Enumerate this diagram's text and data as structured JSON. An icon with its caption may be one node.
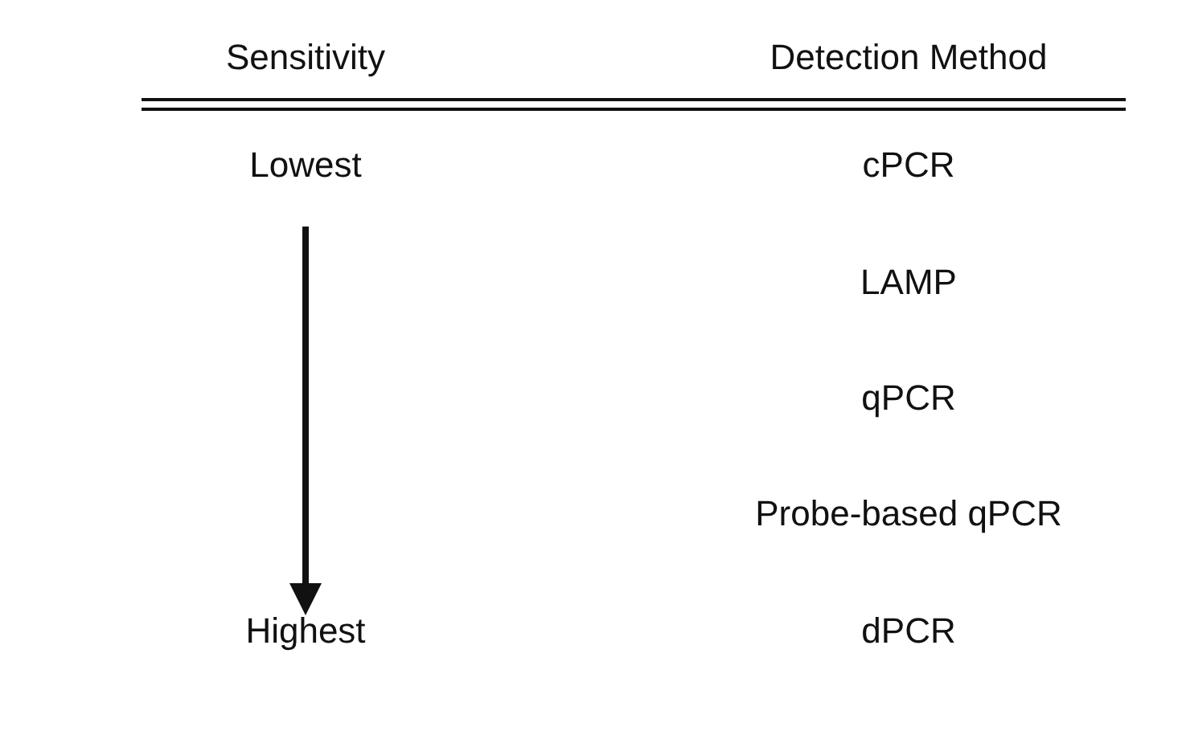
{
  "diagram": {
    "nodes": [
      {
        "text": [
          "Lowest"
        ]
      },
      {
        "text": [
          "Highest"
        ]
      }
    ],
    "edges": [
      {
        "from": 0,
        "to": 1,
        "arrow": "to"
      }
    ],
    "labels": [
      "Sensitivity",
      "Detection Method",
      "cPCR",
      "LAMP",
      "qPCR",
      "Probe-based qPCR",
      "dPCR"
    ]
  }
}
